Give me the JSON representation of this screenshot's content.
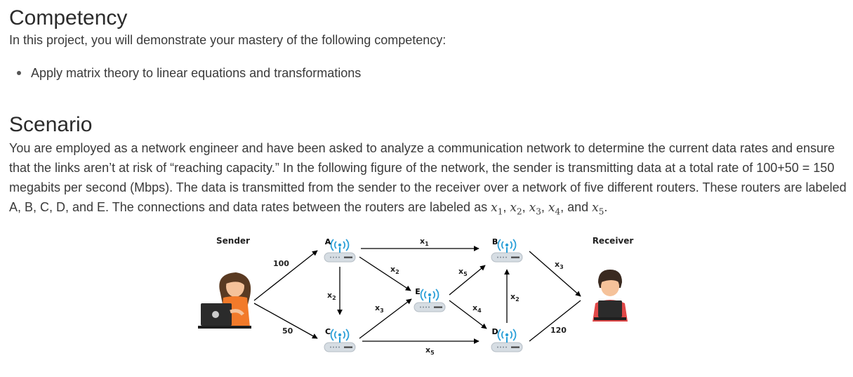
{
  "competency": {
    "heading": "Competency",
    "intro": "In this project, you will demonstrate your mastery of the following competency:",
    "bullets": [
      "Apply matrix theory to linear equations and transformations"
    ]
  },
  "scenario": {
    "heading": "Scenario",
    "text": "You are employed as a network engineer and have been asked to analyze a communication network to determine the current data rates and ensure that the links aren’t at risk of “reaching capacity.” In the following figure of the network, the sender is transmitting data at a total rate of 100+50 = 150 megabits per second (Mbps). The data is transmitted from the sender to the receiver over a network of five different routers. These routers are labeled A, B, C, D, and E. The connections and data rates between the routers are labeled as",
    "variables": [
      "x1",
      "x2",
      "x3",
      "x4",
      "x5"
    ],
    "and_word": "and",
    "period": "."
  },
  "diagram": {
    "sender_label": "Sender",
    "receiver_label": "Receiver",
    "router_labels": [
      "A",
      "B",
      "C",
      "D",
      "E"
    ],
    "edge_labels": {
      "sender_a": "100",
      "sender_c": "50",
      "d_receiver": "120",
      "a_b": "x1",
      "a_e": "x2",
      "a_c": "x2",
      "c_e": "x3",
      "b_receiver": "x3",
      "e_b": "x5",
      "c_d": "x5",
      "e_d": "x4",
      "d_b": "x2"
    },
    "colors": {
      "router_body": "#d6dde3",
      "antenna": "#2a9fd8",
      "sender_shirt": "#f27a2a",
      "receiver_shirt": "#e04848",
      "laptop": "#2b2b2b"
    }
  }
}
